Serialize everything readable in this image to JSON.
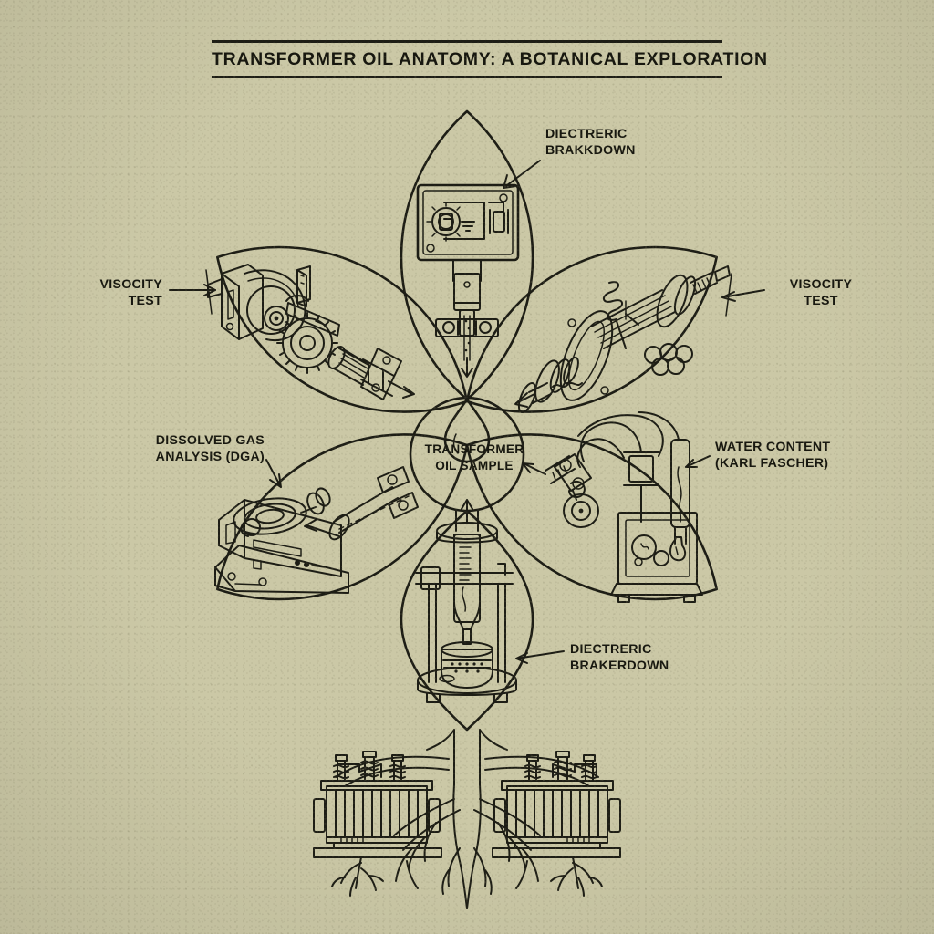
{
  "page": {
    "background_color": "#cbc8a6",
    "ink_color": "#1d1d15",
    "style": "hand-drawn technical line illustration on textured paper"
  },
  "header": {
    "title": "TRANSFORMER OIL ANATOMY: A BOTANICAL EXPLORATION"
  },
  "center": {
    "icon": "oil-droplet-icon",
    "label": "TRANSFORMER\nOIL SAMPLE"
  },
  "labels": {
    "top": "DIECTRERIC\nBRAKKDOWN",
    "left": "VISOCITY\nTEST",
    "right": "VISOCITY\nTEST",
    "lower_left": "DISSOLVED GAS\nANALYSIS (DGA)",
    "lower_right": "WATER CONTENT\n(KARL FASCHER)",
    "bottom": "DIECTRERIC\nBRAKERDOWN"
  },
  "petals": [
    {
      "id": "top",
      "label": "DIECTRERIC BRAKKDOWN",
      "illustration": "breakdown-test-panel"
    },
    {
      "id": "upper-left",
      "label": "VISOCITY TEST",
      "illustration": "gear-cam-viscometer"
    },
    {
      "id": "upper-right",
      "label": "VISOCITY TEST",
      "illustration": "shaft-flange-viscometer"
    },
    {
      "id": "lower-left",
      "label": "DISSOLVED GAS ANALYSIS (DGA)",
      "illustration": "gas-chromatograph"
    },
    {
      "id": "lower-right",
      "label": "WATER CONTENT (KARL FASCHER)",
      "illustration": "karl-fischer-titrator"
    },
    {
      "id": "bottom",
      "label": "DIECTRERIC BRAKERDOWN",
      "illustration": "burette-test-cell-stand"
    }
  ],
  "roots": {
    "element": "power-transformer-pair-with-roots",
    "count": 2
  }
}
